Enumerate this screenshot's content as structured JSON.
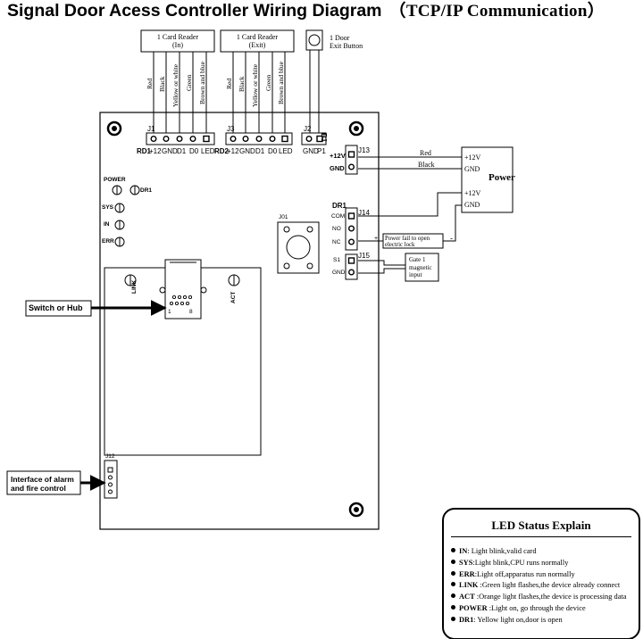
{
  "title": {
    "main": "Signal Door Acess Controller Wiring Diagram",
    "sub": "（TCP/IP Communication）"
  },
  "readers": [
    {
      "line1": "1 Card Reader",
      "line2": "(In)",
      "port": "J1",
      "lead": "RD1",
      "pins": [
        "+12",
        "GND",
        "D1",
        "D0",
        "LED"
      ]
    },
    {
      "line1": "1 Card Reader",
      "line2": "(Exit)",
      "port": "J3",
      "lead": "RD2",
      "pins": [
        "+12",
        "GND",
        "D1",
        "D0",
        "LED"
      ]
    }
  ],
  "wire_colors": [
    "Red",
    "Black",
    "Yellow or white",
    "Green",
    "Brown and blue"
  ],
  "exit_button": {
    "line1": "1 Door",
    "line2": "Exit Button",
    "port": "J2",
    "pins": [
      "GND",
      "P1"
    ],
    "tag": "B1"
  },
  "power_block": {
    "port": "J13",
    "pins": [
      "+12V",
      "GND"
    ],
    "wire_top": "Red",
    "wire_bottom": "Black"
  },
  "power_supply": {
    "label": "Power",
    "out1_pos": "+12V",
    "out1_neg": "GND",
    "out2_pos": "+12V",
    "out2_neg": "GND"
  },
  "relay_block": {
    "header": "DR1",
    "port": "J14",
    "pins": [
      "COM",
      "NO",
      "NC"
    ]
  },
  "lock_note": {
    "text": "Power fail to open electric lock",
    "plus": "+",
    "minus": "-"
  },
  "gate_block": {
    "port": "J15",
    "pins": [
      "S1",
      "GND"
    ]
  },
  "gate_note": {
    "line1": "Gate 1",
    "line2": "magnetic",
    "line3": "input"
  },
  "chip": {
    "label": "J01"
  },
  "leds_left": [
    "POWER",
    "SYS",
    "IN",
    "ERR"
  ],
  "led_dr1": "DR1",
  "network": {
    "link": "LINK",
    "act": "ACT",
    "pin1": "1",
    "pin8": "8"
  },
  "switch_callout": "Switch or Hub",
  "alarm": {
    "port": "J12",
    "text": "Interface of alarm and fire control"
  },
  "legend": {
    "title": "LED Status Explain",
    "items": [
      {
        "key": "IN",
        "desc": ": Light blink,valid card"
      },
      {
        "key": "SYS",
        "desc": ":Light blink,CPU runs normally"
      },
      {
        "key": "ERR",
        "desc": ":Light off,apparatus run normally"
      },
      {
        "key": "LINK",
        "desc": " :Green light flashes,the device already connect"
      },
      {
        "key": "ACT",
        "desc": " :Orange light flashes,the device is processing data"
      },
      {
        "key": "POWER",
        "desc": " :Light on, go through the device"
      },
      {
        "key": "DR1",
        "desc": ": Yellow light on,door is open"
      }
    ]
  }
}
